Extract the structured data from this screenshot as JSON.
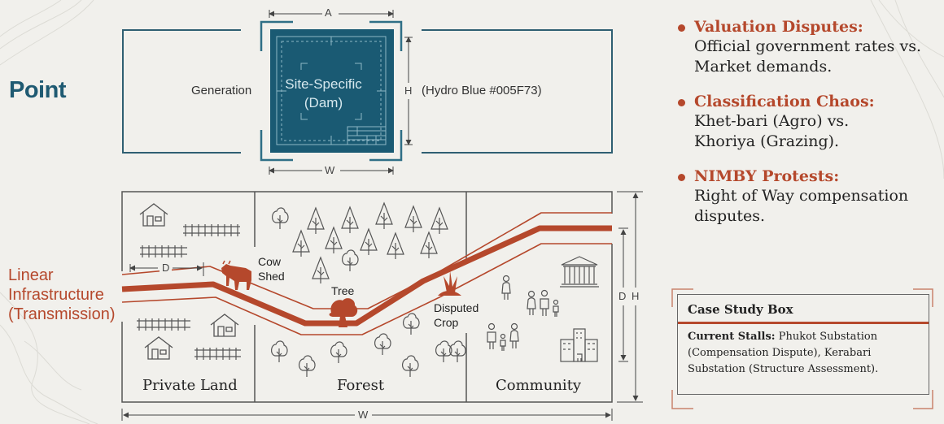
{
  "colors": {
    "background": "#f1f0ec",
    "hydro_blue": "#005F73",
    "point_label": "#1f5a72",
    "accent_red": "#b5482c",
    "line_gray": "#555555"
  },
  "point_section": {
    "title": "Point",
    "left_label": "Generation",
    "center_label": "Site-Specific (Dam)",
    "right_label": "(Hydro Blue #005F73)",
    "dim_top": "A",
    "dim_right": "H",
    "dim_bottom": "W"
  },
  "linear_section": {
    "title_lines": [
      "Linear",
      "Infrastructure",
      "(Transmission)"
    ],
    "zones": [
      "Private Land",
      "Forest",
      "Community"
    ],
    "annotations": {
      "cow_shed": "Cow Shed",
      "tree": "Tree",
      "disputed_crop": "Disputed Crop"
    },
    "dim_d_offset": "D",
    "dim_width": "W",
    "dim_corridor": "D",
    "dim_height": "H"
  },
  "issues": [
    {
      "title": "Valuation Disputes:",
      "text": "Official government rates vs. Market demands."
    },
    {
      "title": "Classification Chaos:",
      "text": "Khet-bari (Agro) vs. Khoriya (Grazing)."
    },
    {
      "title": "NIMBY Protests:",
      "text": "Right of Way compensation disputes."
    }
  ],
  "case_study": {
    "title": "Case Study Box",
    "label": "Current Stalls:",
    "text": "Phukot Substation (Compensation Dispute), Kerabari Substation (Structure Assessment)."
  }
}
